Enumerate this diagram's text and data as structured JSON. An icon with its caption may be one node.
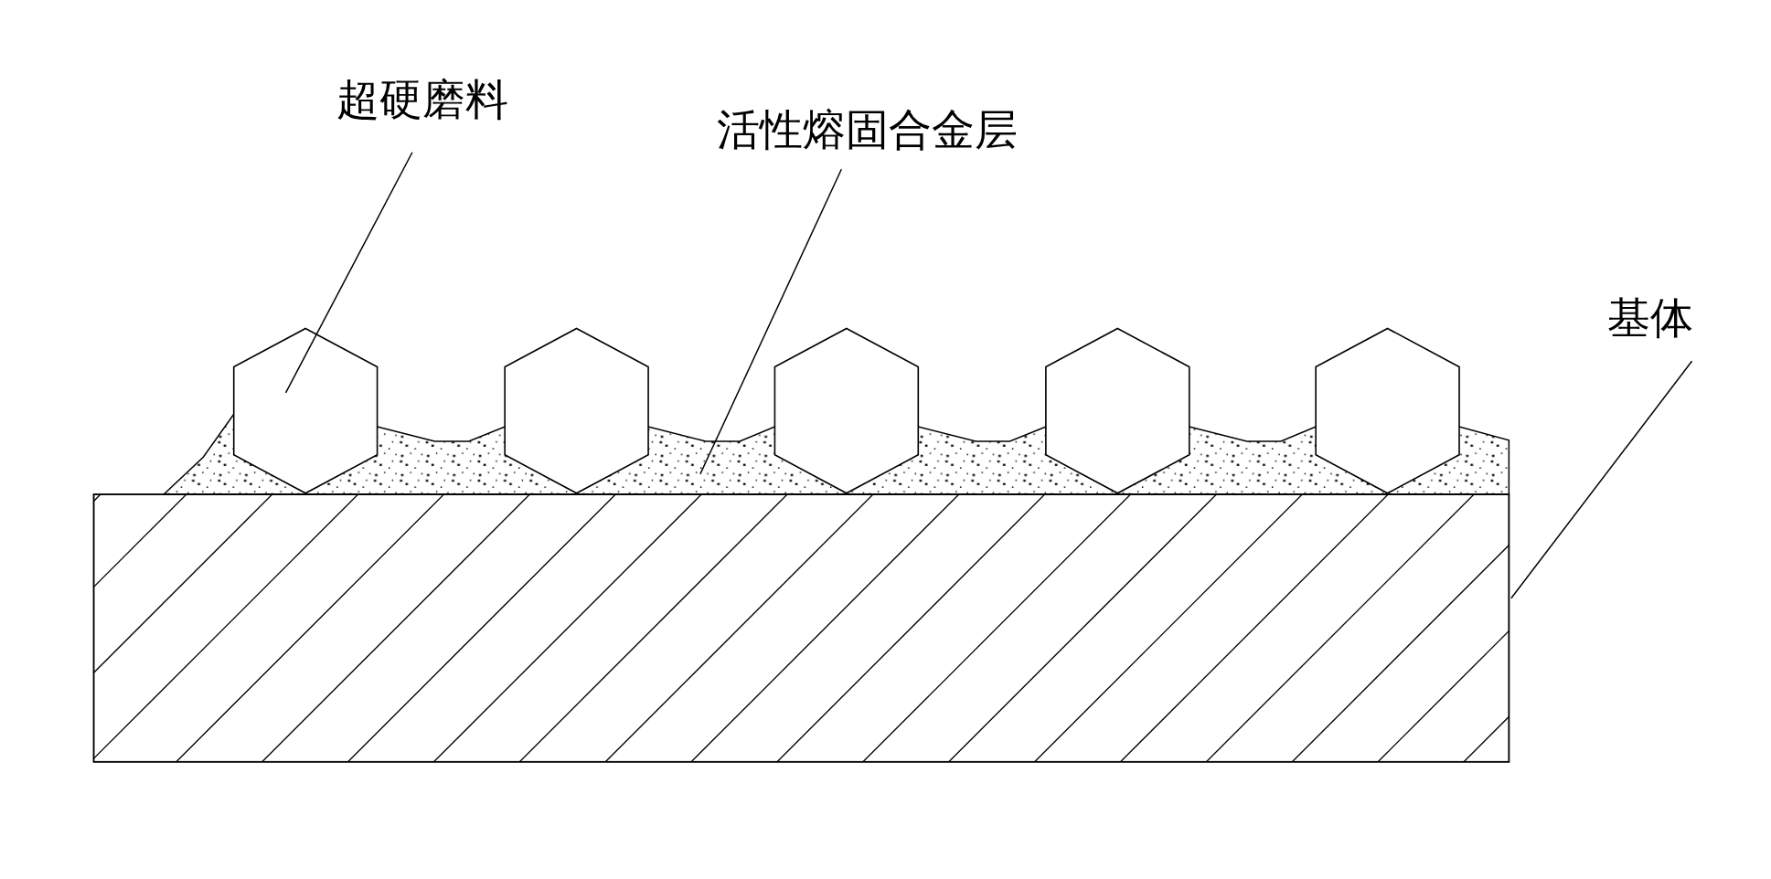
{
  "diagram": {
    "nodes": [
      {
        "text": [
          "超硬磨料"
        ]
      },
      {
        "text": [
          "活性熔固合金层"
        ]
      },
      {
        "text": [
          "基体"
        ]
      },
      {
        "text": [],
        "shape": "hexagon"
      },
      {
        "text": [],
        "shape": "hexagon"
      },
      {
        "text": [],
        "shape": "hexagon"
      },
      {
        "text": [],
        "shape": "hexagon"
      },
      {
        "text": [],
        "shape": "hexagon"
      },
      {
        "text": [],
        "shape": "band"
      },
      {
        "text": [],
        "shape": "box"
      }
    ],
    "edges": [
      {
        "from": 0,
        "to": 3,
        "arrow": "none"
      },
      {
        "from": 1,
        "to": 8,
        "arrow": "none"
      },
      {
        "from": 2,
        "to": 9,
        "arrow": "none"
      }
    ]
  }
}
